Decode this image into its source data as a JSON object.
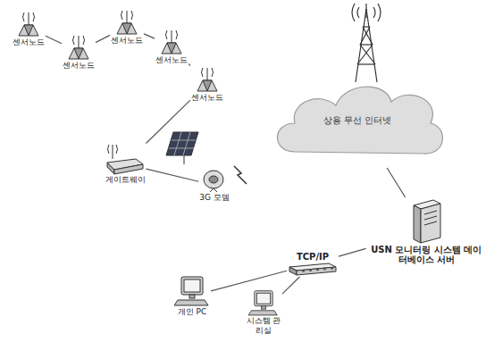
{
  "diagram": {
    "nodes": [
      {
        "text": [
          "센서노드"
        ]
      },
      {
        "text": [
          "센서노드"
        ]
      },
      {
        "text": [
          "센서노드"
        ]
      },
      {
        "text": [
          "센서노드"
        ]
      },
      {
        "text": [
          "센서노드"
        ]
      },
      {
        "text": [
          "게이트웨이"
        ]
      },
      {
        "text": [
          "3G 모뎀"
        ]
      },
      {
        "text": [
          "상용 무선 인터넷"
        ]
      },
      {
        "text": [
          "USN 모니터링 시스템 데이터베이스 서버"
        ]
      },
      {
        "text": [
          "TCP/IP"
        ]
      },
      {
        "text": [
          "개인 PC"
        ]
      },
      {
        "text": [
          "시스템 관리실"
        ]
      }
    ],
    "edges": [
      {
        "from": 0,
        "to": 1,
        "arrow": "none"
      },
      {
        "from": 1,
        "to": 2,
        "arrow": "none"
      },
      {
        "from": 2,
        "to": 3,
        "arrow": "none"
      },
      {
        "from": 3,
        "to": 4,
        "arrow": "none"
      },
      {
        "from": 4,
        "to": 5,
        "arrow": "none"
      },
      {
        "from": 5,
        "to": 6,
        "arrow": "none"
      },
      {
        "from": 7,
        "to": 8,
        "arrow": "none"
      },
      {
        "from": 9,
        "to": 8,
        "arrow": "none"
      },
      {
        "from": 9,
        "to": 10,
        "arrow": "none"
      },
      {
        "from": 9,
        "to": 11,
        "arrow": "none"
      }
    ]
  }
}
